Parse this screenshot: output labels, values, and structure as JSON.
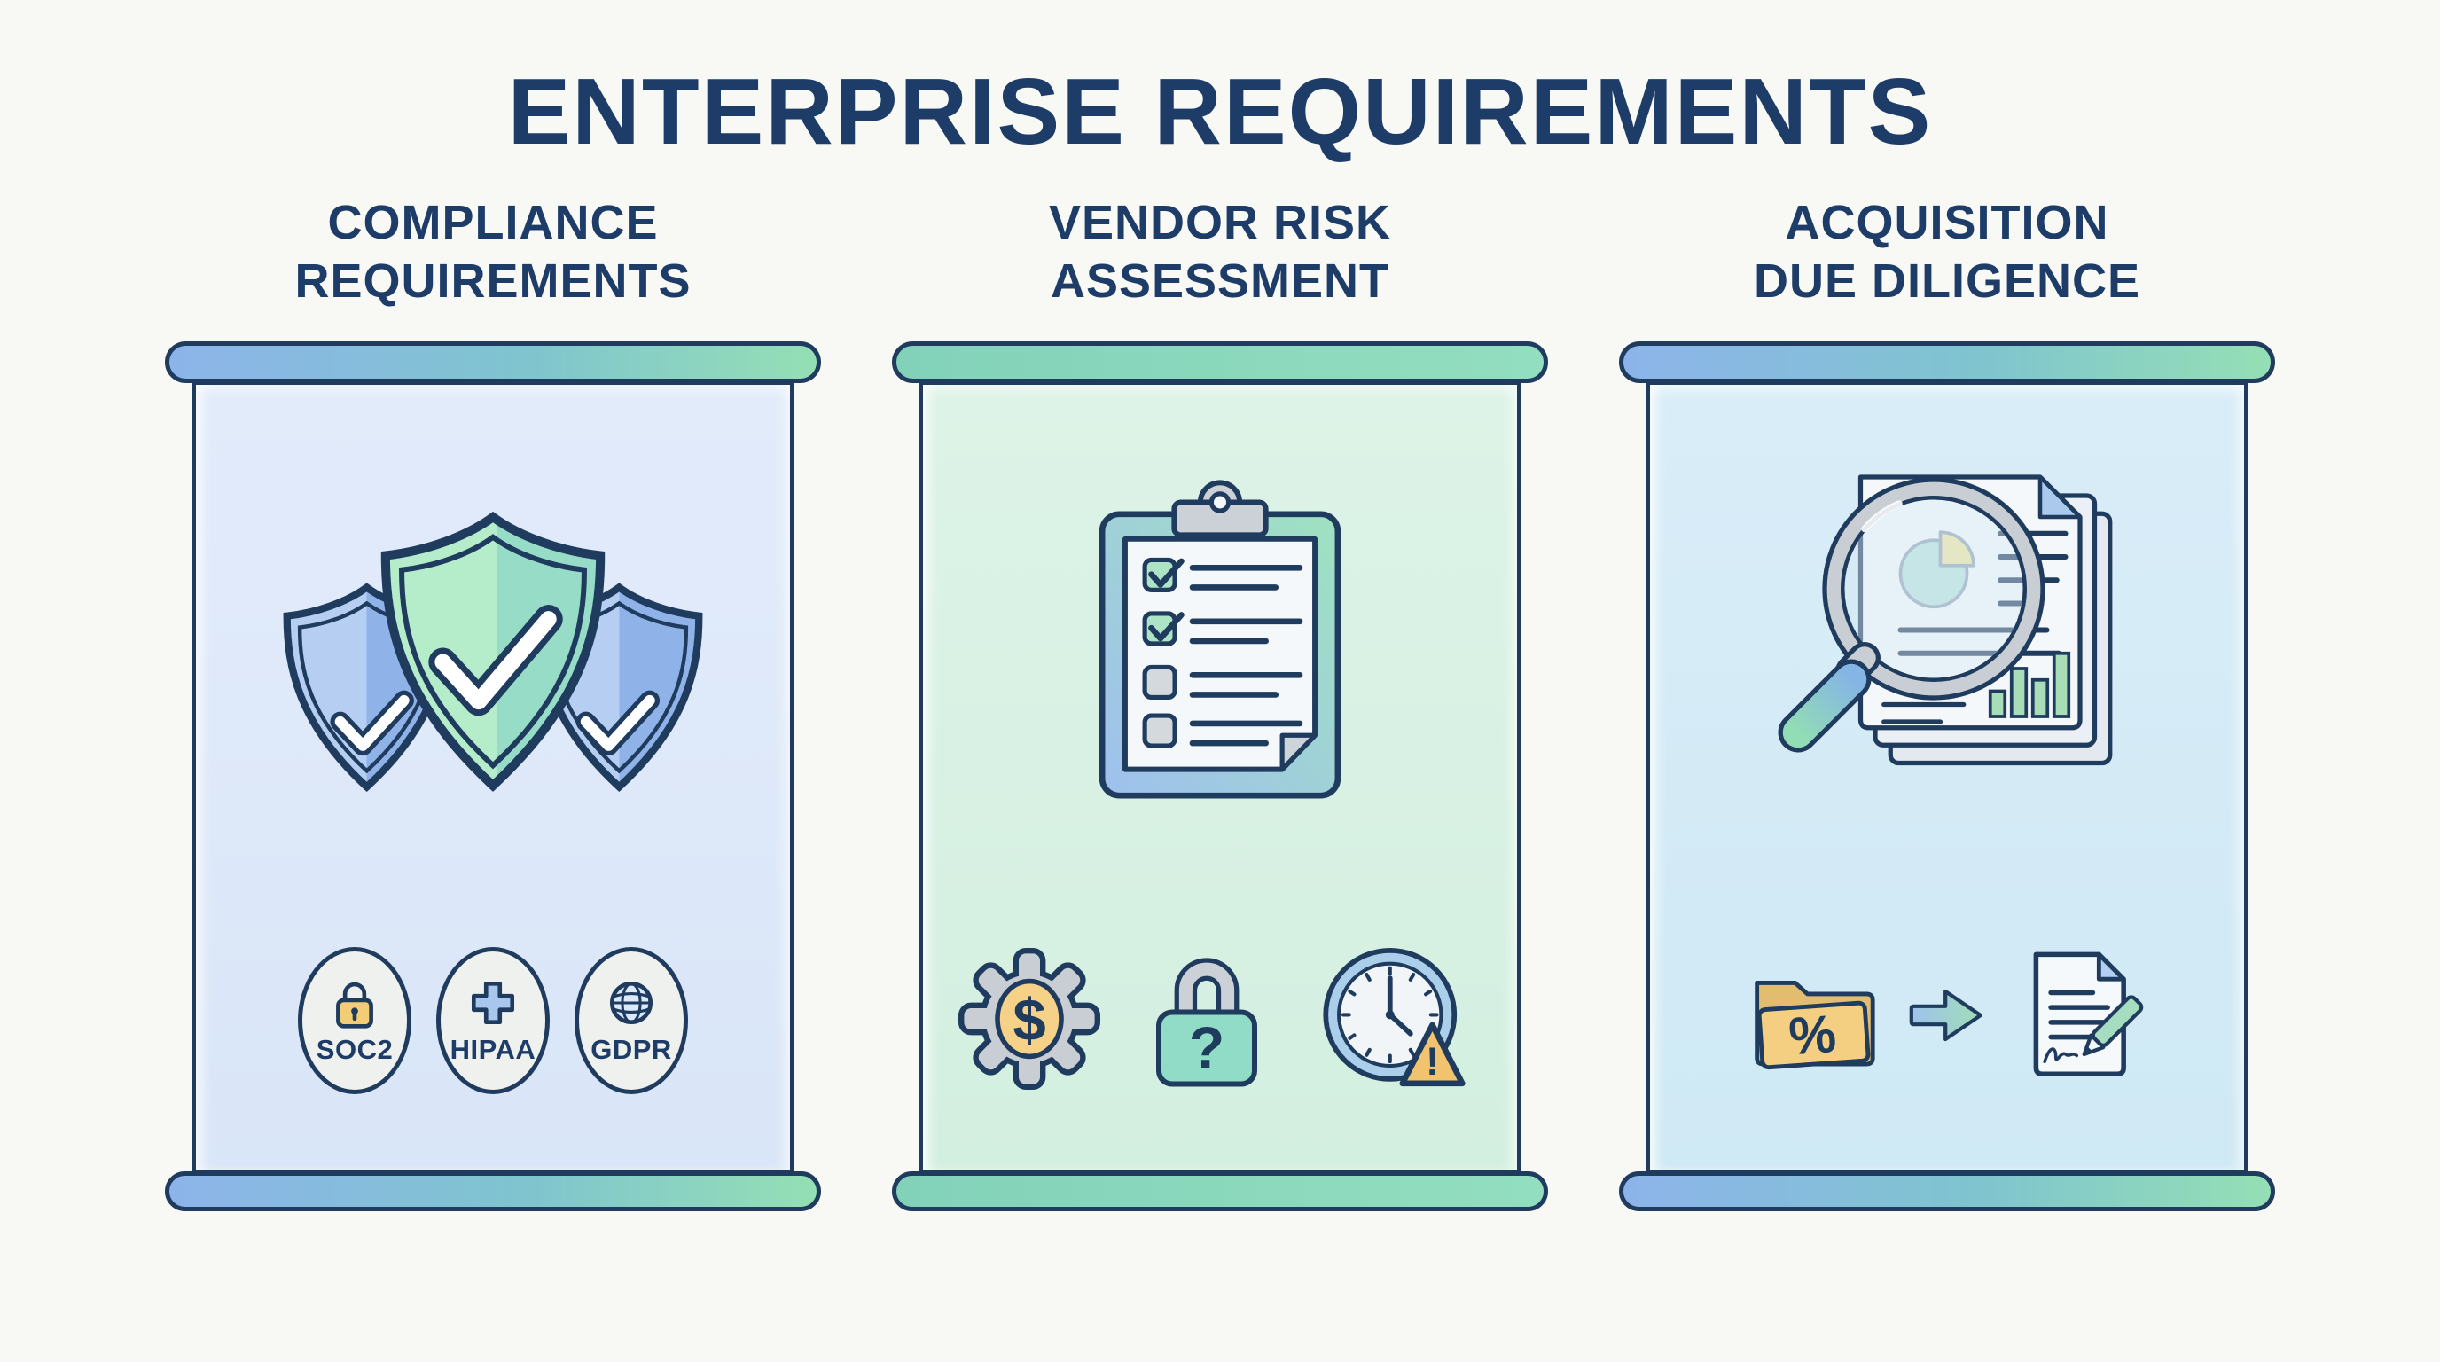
{
  "title": "ENTERPRISE REQUIREMENTS",
  "glyphs": {
    "dollar": "$",
    "question": "?",
    "exclamation": "!",
    "percent": "%"
  },
  "panels": [
    {
      "id": "compliance",
      "header_line1": "COMPLIANCE",
      "header_line2": "REQUIREMENTS",
      "illustration": "three-shields-with-checkmarks",
      "badges": [
        {
          "label": "SOC2",
          "icon": "padlock-icon"
        },
        {
          "label": "HIPAA",
          "icon": "medical-cross-icon"
        },
        {
          "label": "GDPR",
          "icon": "globe-icon"
        }
      ]
    },
    {
      "id": "vendor-risk",
      "header_line1": "VENDOR RISK",
      "header_line2": "ASSESSMENT",
      "illustration": "clipboard-checklist",
      "checklist": {
        "items": [
          {
            "checked": true
          },
          {
            "checked": true
          },
          {
            "checked": false
          },
          {
            "checked": false
          }
        ]
      },
      "icons": [
        {
          "name": "gear-dollar-icon"
        },
        {
          "name": "padlock-question-icon"
        },
        {
          "name": "clock-warning-icon"
        }
      ]
    },
    {
      "id": "acquisition",
      "header_line1": "ACQUISITION",
      "header_line2": "DUE DILIGENCE",
      "illustration": "magnifier-over-documents",
      "icons": [
        {
          "name": "folder-percent-icon"
        },
        {
          "name": "arrow-right-icon"
        },
        {
          "name": "signed-document-pencil-icon"
        }
      ]
    }
  ],
  "colors": {
    "background": "#f8f8f5",
    "heading_navy": "#1d3c68",
    "outline_navy": "#1f3b5e",
    "bar_blue": "#8db4ea",
    "bar_green": "#95dfb5",
    "panel_compliance_bg": "#dde9f8",
    "panel_vendor_bg": "#d8f0e3",
    "panel_acquisition_bg": "#d5ebf6",
    "shield_green_light": "#b5ecca",
    "shield_green_dark": "#96dcc6",
    "shield_blue_light": "#b6cef2",
    "shield_blue_dark": "#8fb3e8",
    "checkbox_checked": "#aee4c6",
    "checkbox_unchecked": "#d4d9de",
    "gold": "#f2cd76",
    "folder_gold": "#f4cf82",
    "teal_lock": "#90dcc6",
    "gray_metal": "#c9ced4",
    "paper": "#f5f8fb",
    "fold_blue": "#aac9ed",
    "bar_chart_green": "#a8ddb8",
    "warning_yellow": "#f2c36e",
    "pie_teal": "#b8e2da",
    "pie_yellow": "#f0e49c"
  }
}
